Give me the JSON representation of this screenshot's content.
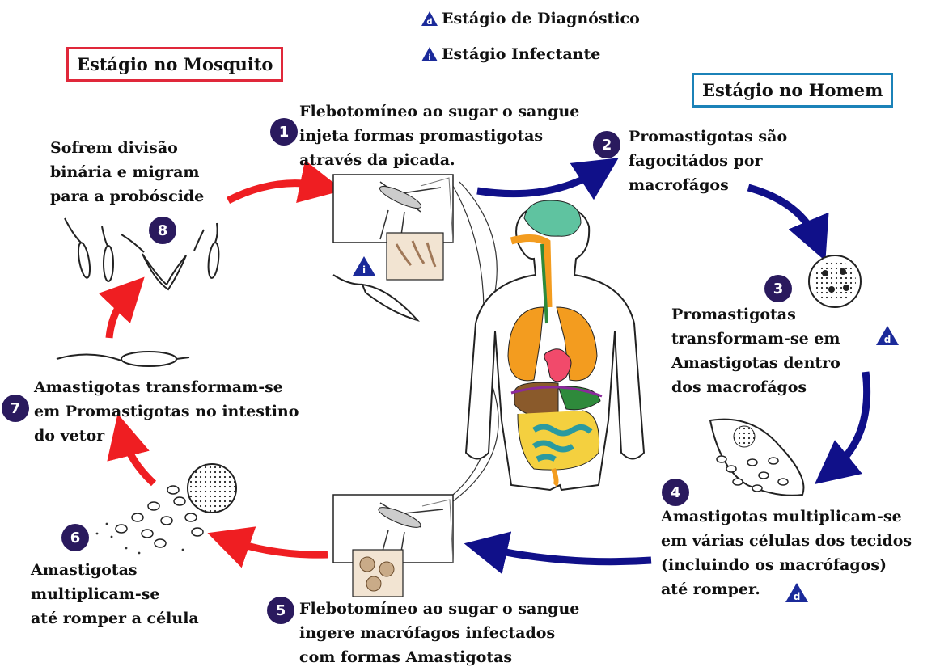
{
  "legend": {
    "diagnostic_label": "Estágio de Diagnóstico",
    "infective_label": "Estágio Infectante",
    "diagnostic_symbol": "d",
    "infective_symbol": "i"
  },
  "boxes": {
    "mosquito_stage": "Estágio no Mosquito",
    "human_stage": "Estágio no Homem"
  },
  "steps": [
    {
      "num": "1",
      "text": "Flebotomíneo ao sugar o sangue\ninjeta formas promastigotas\natravés da picada."
    },
    {
      "num": "2",
      "text": "Promastigotas são\nfagocitádos por\nmacrofágos"
    },
    {
      "num": "3",
      "text": "Promastigotas\ntransformam-se em\nAmastigotas dentro\ndos macrofágos"
    },
    {
      "num": "4",
      "text": "Amastigotas multiplicam-se\nem várias células dos tecidos\n(incluindo os macrófagos)\naté romper."
    },
    {
      "num": "5",
      "text": "Flebotomíneo ao sugar o sangue\ningere macrófagos infectados\ncom formas Amastigotas"
    },
    {
      "num": "6",
      "text": "Amastigotas\nmultiplicam-se\naté romper a célula"
    },
    {
      "num": "7",
      "text": "Amastigotas transformam-se\nem Promastigotas no intestino\ndo vetor"
    },
    {
      "num": "8",
      "text": "Sofrem divisão\nbinária e migram\npara a probóscide"
    }
  ],
  "colors": {
    "mosquito_arrow": "#ef1e22",
    "human_arrow": "#101089",
    "step_badge": "#2a1a5e",
    "mosquito_box": "#e0283a",
    "human_box": "#1b82b8"
  }
}
